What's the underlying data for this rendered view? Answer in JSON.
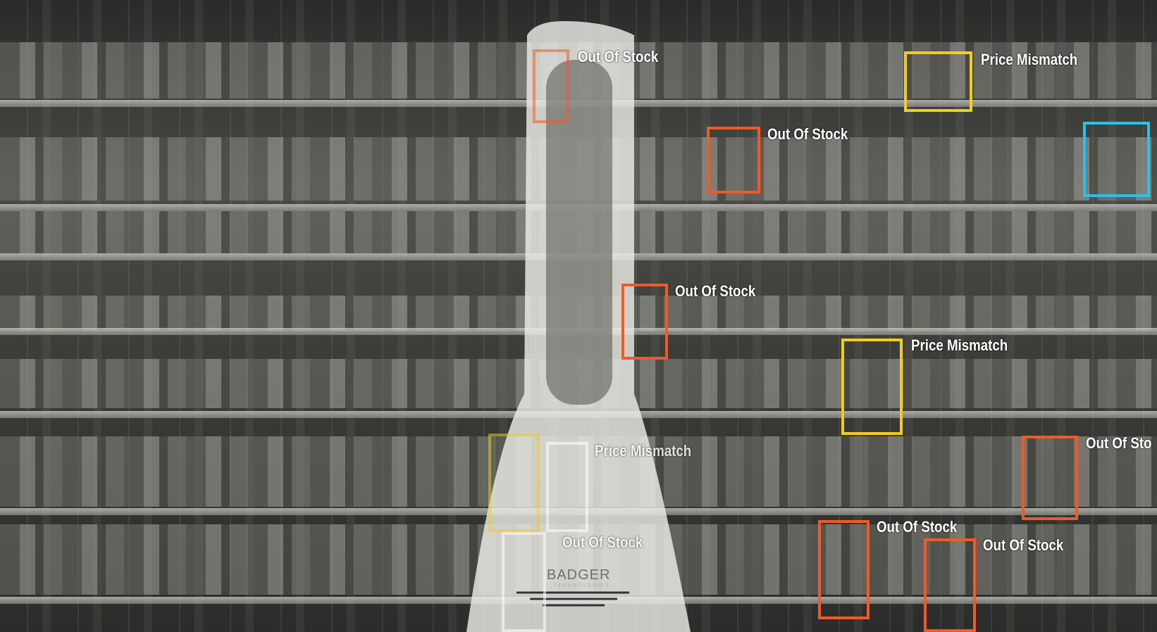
{
  "robot": {
    "brand": "BADGER",
    "brand_sub": "TECHNOLOGIES"
  },
  "colors": {
    "out_of_stock": "#f05a28",
    "price_mismatch": "#f2cc1e",
    "other": "#2ebfe8"
  },
  "detections": [
    {
      "label": "Out Of Stock"
    },
    {
      "label": "Price Mismatch"
    },
    {
      "label": "Out Of Stock"
    },
    {
      "label": "Out Of Stock"
    },
    {
      "label": "Price Mismatch"
    },
    {
      "label": "Price Mismatch"
    },
    {
      "label": "Out Of Sto"
    },
    {
      "label": "Out Of Stock"
    },
    {
      "label": "Out Of Stock"
    },
    {
      "label": "Out Of Stock"
    }
  ]
}
